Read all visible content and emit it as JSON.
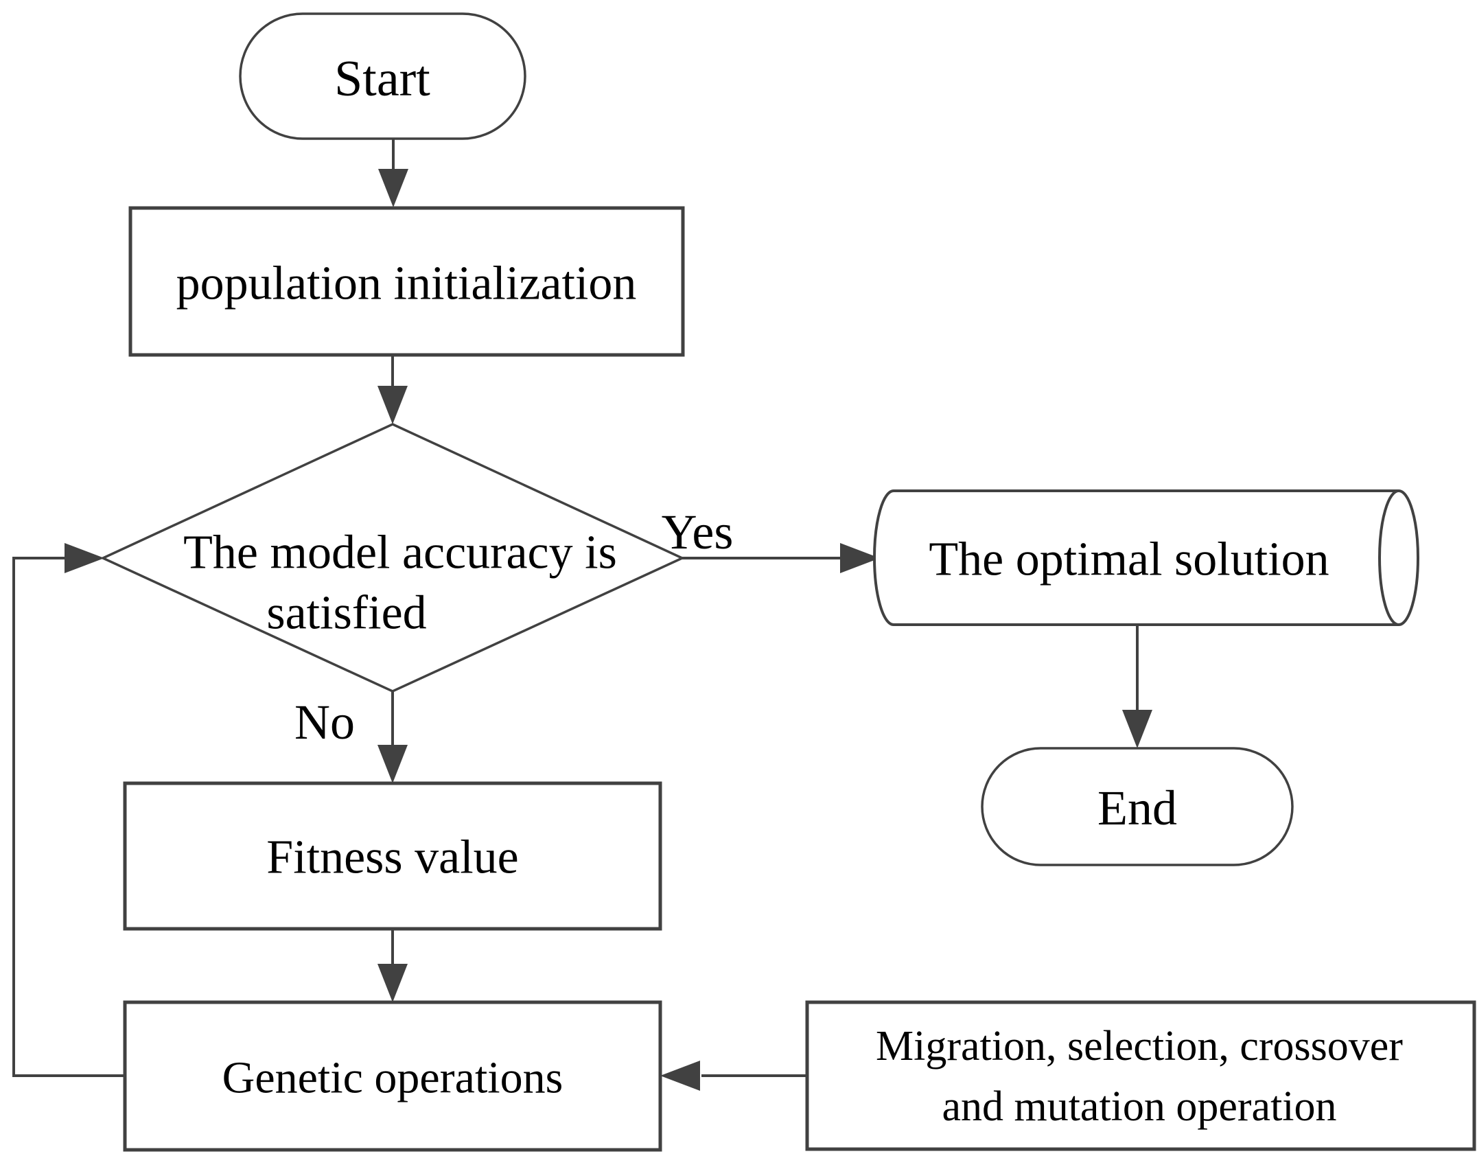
{
  "diagram": {
    "type": "flowchart",
    "colors": {
      "stroke": "#414141",
      "text": "#000000",
      "fill": "#ffffff"
    },
    "nodes": {
      "start": {
        "shape": "terminator",
        "label": "Start"
      },
      "population": {
        "shape": "process",
        "label": "population initialization"
      },
      "decision": {
        "shape": "decision",
        "line1": "The model accuracy is",
        "line2": "satisfied"
      },
      "optimal": {
        "shape": "cylinder",
        "label": "The optimal solution"
      },
      "end": {
        "shape": "terminator",
        "label": "End"
      },
      "fitness": {
        "shape": "process",
        "label": "Fitness value"
      },
      "genetic": {
        "shape": "process",
        "label": "Genetic operations"
      },
      "operators": {
        "shape": "process",
        "line1": "Migration, selection, crossover",
        "line2": "and mutation operation"
      }
    },
    "edges": {
      "yes_label": "Yes",
      "no_label": "No"
    }
  }
}
